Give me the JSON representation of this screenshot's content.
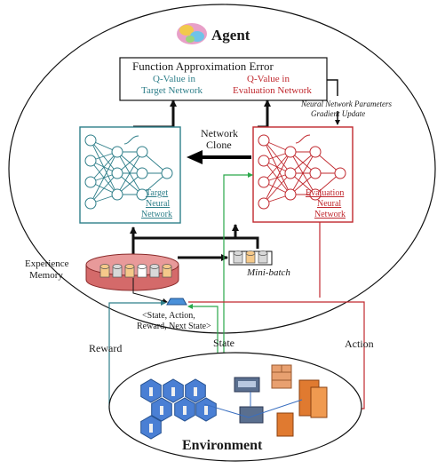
{
  "agent": {
    "title": "Agent"
  },
  "error_box": {
    "title": "Function Approximation Error",
    "target_q_line1": "Q-Value in",
    "target_q_line2": "Target Network",
    "eval_q_line1": "Q-Value in",
    "eval_q_line2": "Evaluation Network"
  },
  "update_note": {
    "line1": "Neural Network Parameters",
    "line2": "Gradient Update"
  },
  "clone": {
    "line1": "Network",
    "line2": "Clone"
  },
  "target_net": {
    "line1": "Target",
    "line2": "Neural",
    "line3": "Network"
  },
  "eval_net": {
    "line1": "Evaluation",
    "line2": "Neural",
    "line3": "Network"
  },
  "memory": {
    "line1": "Experience",
    "line2": "Memory"
  },
  "minibatch": {
    "label": "Mini-batch"
  },
  "transition": {
    "line1": "<State, Action,",
    "line2": "Reward, Next State>"
  },
  "signals": {
    "reward": "Reward",
    "state": "State",
    "action": "Action"
  },
  "environment": {
    "title": "Environment"
  },
  "colors": {
    "teal": "#2f7f8a",
    "red": "#c0282e",
    "green": "#2aa84a",
    "blue": "#3a6fc0",
    "tan": "#f5c98a",
    "memory_red": "#d46a6a",
    "black": "#111111"
  },
  "icons": [
    "brain-icon",
    "cylinder-icon",
    "router-icon",
    "wireless-cell-icon",
    "server-icon",
    "firewall-icon",
    "switch-icon"
  ]
}
